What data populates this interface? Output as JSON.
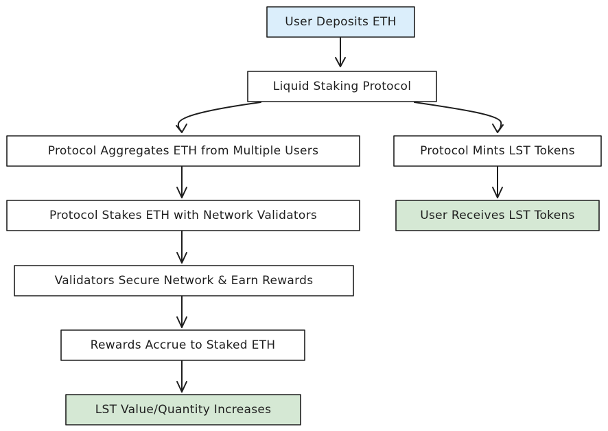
{
  "diagram": {
    "colors": {
      "stroke": "#1e1e1e",
      "default_fill": "#ffffff",
      "start_fill": "#dbeefb",
      "end_fill": "#d5e8d4"
    },
    "nodes": {
      "user_deposits": {
        "label": "User Deposits ETH",
        "kind": "start"
      },
      "liquid_staking": {
        "label": "Liquid Staking Protocol",
        "kind": "process"
      },
      "aggregates": {
        "label": "Protocol Aggregates ETH from Multiple Users",
        "kind": "process"
      },
      "mints": {
        "label": "Protocol Mints LST Tokens",
        "kind": "process"
      },
      "stakes": {
        "label": "Protocol Stakes ETH with Network Validators",
        "kind": "process"
      },
      "receives": {
        "label": "User Receives LST Tokens",
        "kind": "end"
      },
      "validators": {
        "label": "Validators Secure Network & Earn Rewards",
        "kind": "process"
      },
      "rewards": {
        "label": "Rewards Accrue to Staked ETH",
        "kind": "process"
      },
      "lst_value": {
        "label": "LST Value/Quantity Increases",
        "kind": "end"
      }
    },
    "edges": [
      {
        "from": "user_deposits",
        "to": "liquid_staking"
      },
      {
        "from": "liquid_staking",
        "to": "aggregates"
      },
      {
        "from": "liquid_staking",
        "to": "mints"
      },
      {
        "from": "aggregates",
        "to": "stakes"
      },
      {
        "from": "mints",
        "to": "receives"
      },
      {
        "from": "stakes",
        "to": "validators"
      },
      {
        "from": "validators",
        "to": "rewards"
      },
      {
        "from": "rewards",
        "to": "lst_value"
      }
    ]
  }
}
